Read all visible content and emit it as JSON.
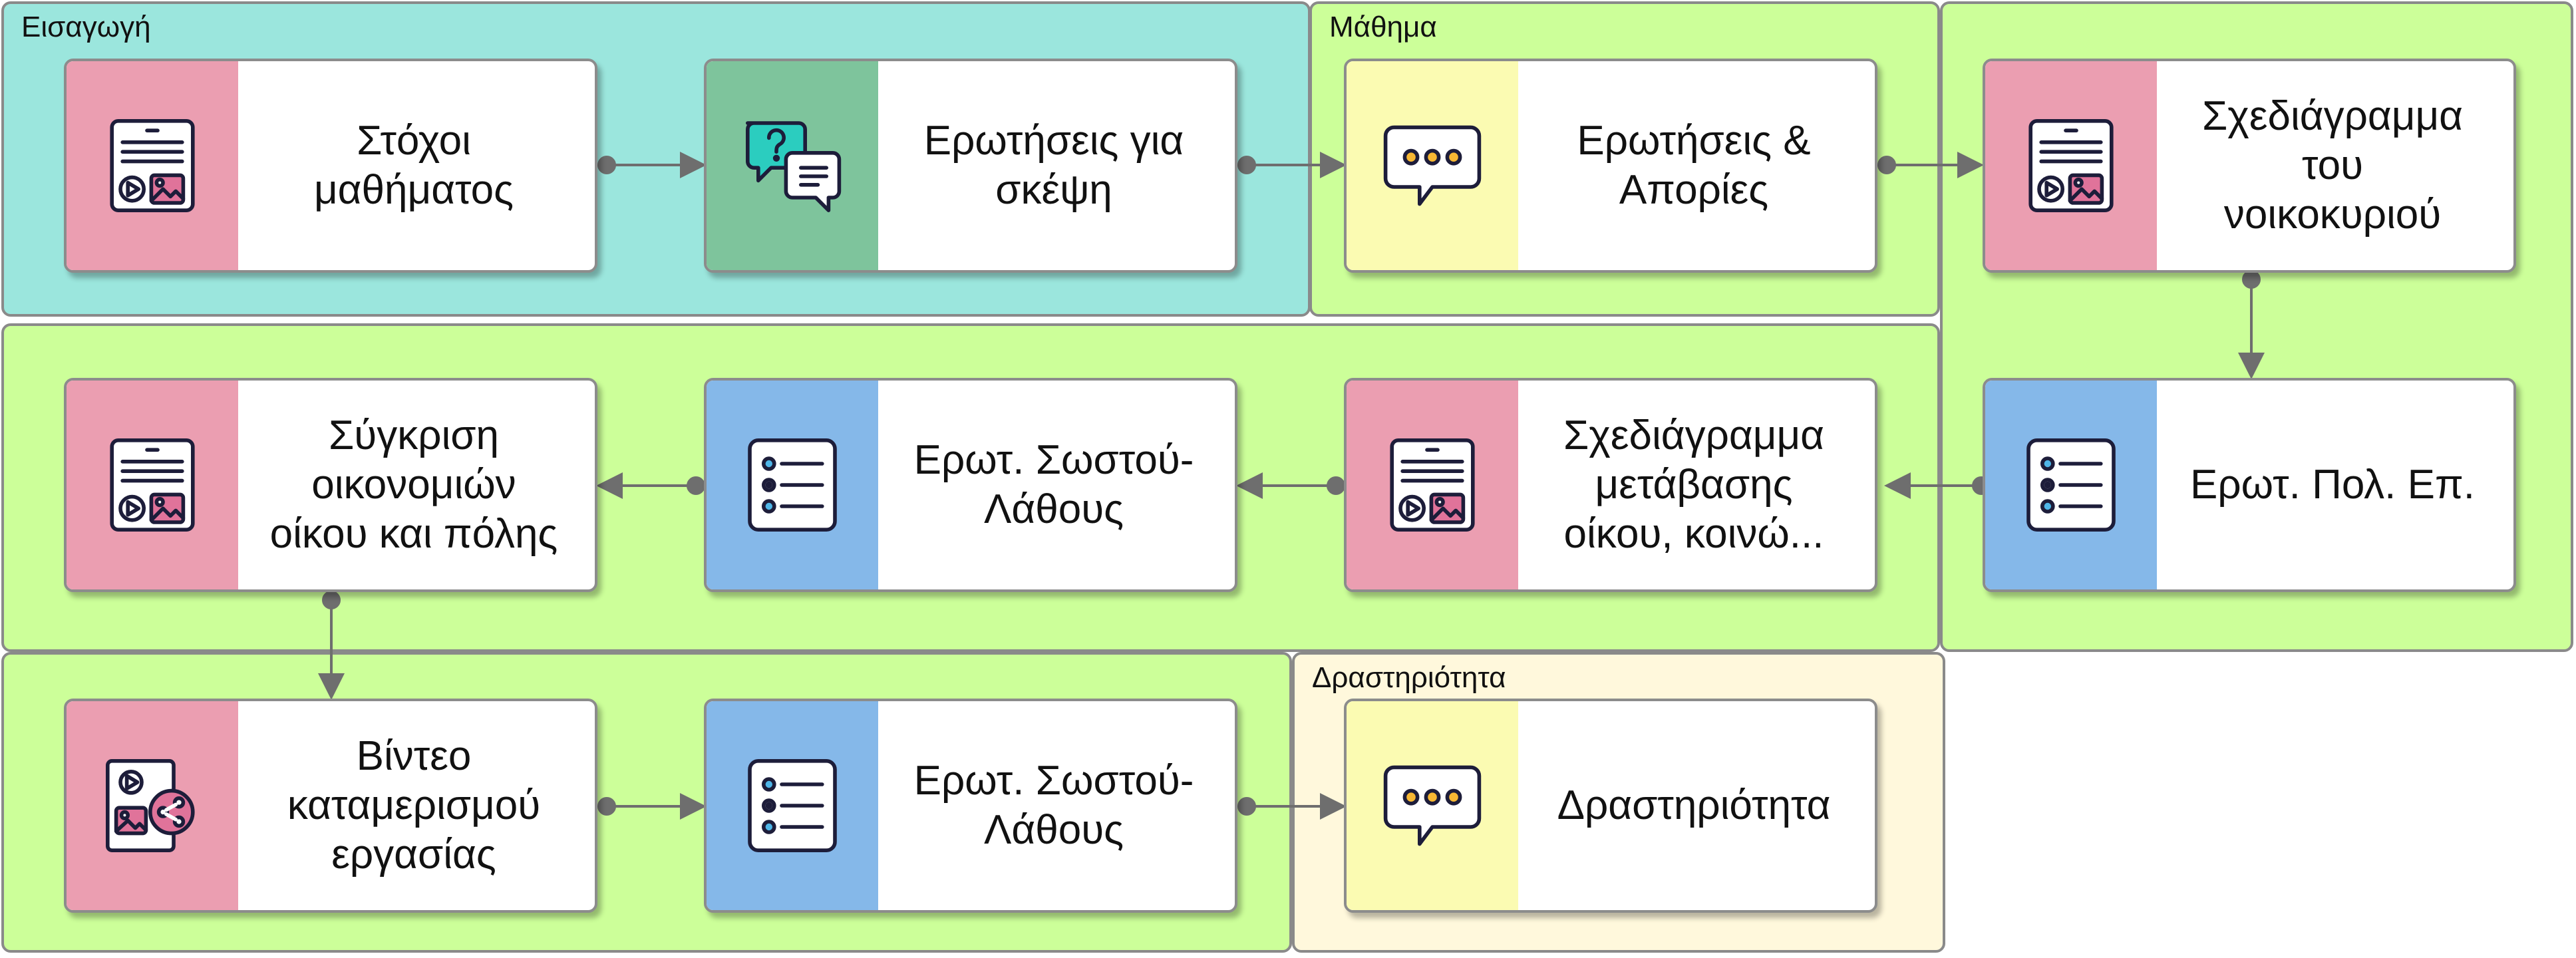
{
  "colors": {
    "intro_group": "#9be6dd",
    "lesson_group": "#ccff99",
    "activity_group": "#fff8dc",
    "pink": "#eb9eb1",
    "green": "#7ec49c",
    "yellow": "#fbfbb2",
    "blue": "#85b8e9",
    "connector": "#6e6e6e"
  },
  "groups": {
    "intro": "Εισαγωγή",
    "lesson": "Μάθημα",
    "activity": "Δραστηριότητα"
  },
  "cards": [
    {
      "label": "Στόχοι\nμαθήματος",
      "icon": "media-document-icon",
      "color": "pink"
    },
    {
      "label": "Ερωτήσεις για\nσκέψη",
      "icon": "question-chat-icon",
      "color": "green"
    },
    {
      "label": "Ερωτήσεις &\nΑπορίες",
      "icon": "speech-bubble-icon",
      "color": "yellow"
    },
    {
      "label": "Σχεδιάγραμμα\nτου\nνοικοκυριού",
      "icon": "media-document-icon",
      "color": "pink"
    },
    {
      "label": "Ερωτ. Πολ. Επ.",
      "icon": "list-icon",
      "color": "blue"
    },
    {
      "label": "Σχεδιάγραμμα\nμετάβασης\nοίκου, κοινώ...",
      "icon": "media-document-icon",
      "color": "pink"
    },
    {
      "label": "Ερωτ. Σωστού-\nΛάθους",
      "icon": "list-icon",
      "color": "blue"
    },
    {
      "label": "Σύγκριση\nοικονομιών\nοίκου και πόλης",
      "icon": "media-document-icon",
      "color": "pink"
    },
    {
      "label": "Βίντεο\nκαταμερισμού\nεργασίας",
      "icon": "video-share-icon",
      "color": "pink"
    },
    {
      "label": "Ερωτ. Σωστού-\nΛάθους",
      "icon": "list-icon",
      "color": "blue"
    },
    {
      "label": "Δραστηριότητα",
      "icon": "speech-bubble-icon",
      "color": "yellow"
    }
  ]
}
